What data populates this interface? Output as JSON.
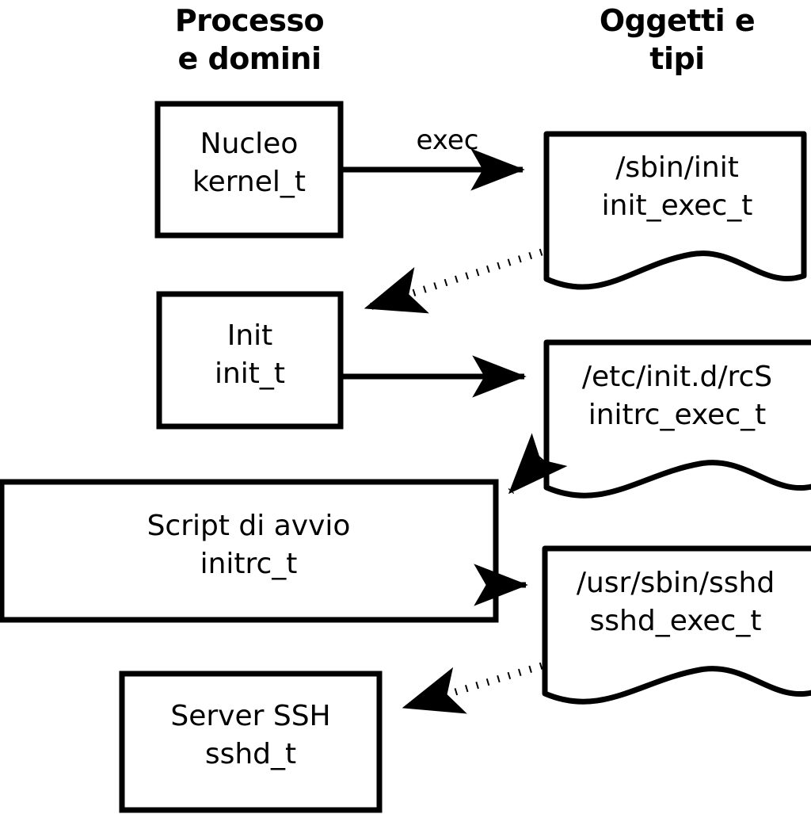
{
  "diagram": {
    "title_columns": {
      "left": "Processo\ne domini",
      "right": "Oggetti e\ntipi"
    },
    "stroke_color": "#000000",
    "fill_color": "#ffffff",
    "process_nodes": [
      {
        "id": "kernel",
        "shape": "rectangle",
        "line1": "Nucleo",
        "line2": "kernel_t",
        "text": "Nucleo\nkernel_t"
      },
      {
        "id": "init",
        "shape": "rectangle",
        "line1": "Init",
        "line2": "init_t",
        "text": "Init\ninit_t"
      },
      {
        "id": "initrc",
        "shape": "rectangle",
        "line1": "Script di avvio",
        "line2": "initrc_t",
        "text": "Script di avvio\ninitrc_t"
      },
      {
        "id": "sshd",
        "shape": "rectangle",
        "line1": "Server SSH",
        "line2": "sshd_t",
        "text": "Server SSH\nsshd_t"
      }
    ],
    "object_nodes": [
      {
        "id": "init_exec",
        "shape": "document",
        "line1": "/sbin/init",
        "line2": "init_exec_t",
        "text": "/sbin/init\ninit_exec_t"
      },
      {
        "id": "initrc_exec",
        "shape": "document",
        "line1": "/etc/init.d/rcS",
        "line2": "initrc_exec_t",
        "text": "/etc/init.d/rcS\ninitrc_exec_t"
      },
      {
        "id": "sshd_exec",
        "shape": "document",
        "line1": "/usr/sbin/sshd",
        "line2": "sshd_exec_t",
        "text": "/usr/sbin/sshd\nsshd_exec_t"
      }
    ],
    "edges": [
      {
        "id": "kernel-to-init_exec",
        "style": "solid",
        "label": "exec",
        "from": "kernel",
        "to": "init_exec"
      },
      {
        "id": "init_exec-to-init",
        "style": "dotted",
        "label": "",
        "from": "init_exec",
        "to": "init"
      },
      {
        "id": "init-to-initrc_exec",
        "style": "solid",
        "label": "",
        "from": "init",
        "to": "initrc_exec"
      },
      {
        "id": "initrc_exec-to-initrc",
        "style": "dotted",
        "label": "",
        "from": "initrc_exec",
        "to": "initrc"
      },
      {
        "id": "initrc-to-sshd_exec",
        "style": "solid",
        "label": "",
        "from": "initrc",
        "to": "sshd_exec"
      },
      {
        "id": "sshd_exec-to-sshd",
        "style": "dotted",
        "label": "",
        "from": "sshd_exec",
        "to": "sshd"
      }
    ]
  }
}
